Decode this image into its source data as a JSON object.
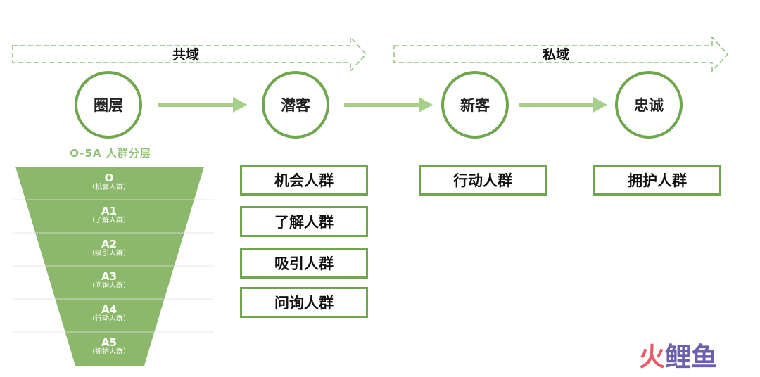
{
  "domains": [
    {
      "label": "共域"
    },
    {
      "label": "私域"
    }
  ],
  "stages": [
    {
      "label": "圈层"
    },
    {
      "label": "潜客"
    },
    {
      "label": "新客"
    },
    {
      "label": "忠诚"
    }
  ],
  "funnel": {
    "title": "O-5A 人群分层",
    "levels": [
      {
        "code": "O",
        "sub": "（机会人群）"
      },
      {
        "code": "A1",
        "sub": "（了解人群）"
      },
      {
        "code": "A2",
        "sub": "（吸引人群）"
      },
      {
        "code": "A3",
        "sub": "（问询人群）"
      },
      {
        "code": "A4",
        "sub": "（行动人群）"
      },
      {
        "code": "A5",
        "sub": "（拥护人群）"
      }
    ]
  },
  "groups": {
    "qianke": [
      "机会人群",
      "了解人群",
      "吸引人群",
      "问询人群"
    ],
    "xinke": [
      "行动人群"
    ],
    "zhongcheng": [
      "拥护人群"
    ]
  },
  "logo": {
    "text1": "火",
    "text2": "鲤鱼"
  },
  "colors": {
    "green": "#6fa64e",
    "funnel": "#8cb86c",
    "arrow": "#a6d08a",
    "dashed": "#8cc07a"
  }
}
